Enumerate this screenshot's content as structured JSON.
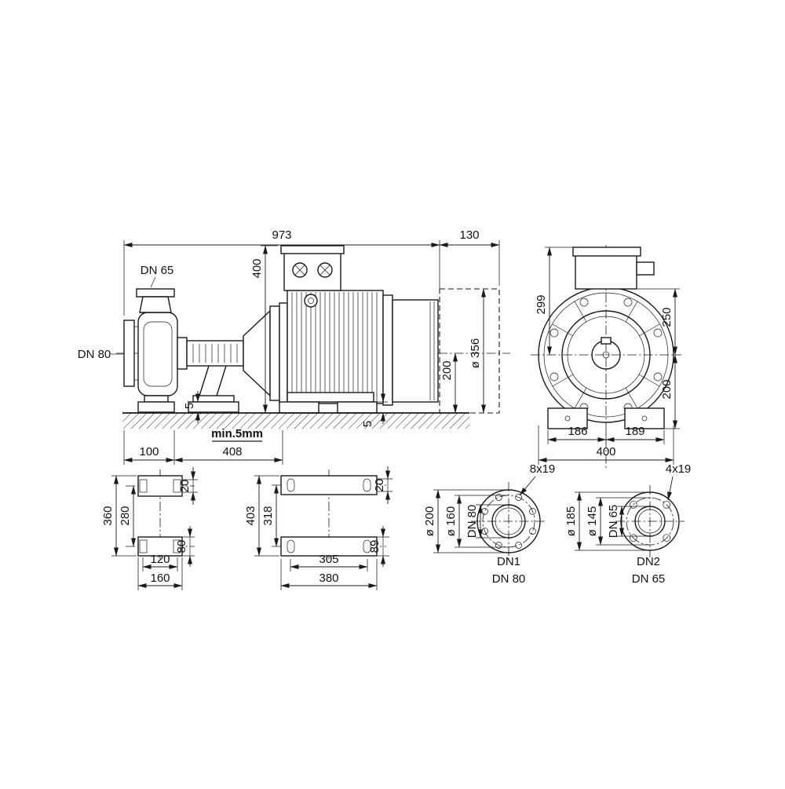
{
  "labels": {
    "side": {
      "len_total": "973",
      "len_ext": "130",
      "h_box": "400",
      "port_top": "DN 65",
      "port_suction": "DN 80",
      "dia_motor": "ø 356",
      "h_axis": "200",
      "shim_left": "5",
      "grout": "min.5mm",
      "d_100": "100",
      "d_408": "408",
      "shim_right": "5"
    },
    "front": {
      "h_299": "299",
      "h_250": "250",
      "h_200": "200",
      "w_186": "186",
      "w_189": "189",
      "w_400": "400"
    },
    "pump_feet": {
      "v_360": "360",
      "v_280": "280",
      "slot_20": "20",
      "pad_80": "80",
      "w_120": "120",
      "w_160": "160"
    },
    "motor_feet": {
      "v_403": "403",
      "v_318": "318",
      "slot_20": "20",
      "pad_89": "89",
      "w_305": "305",
      "w_380": "380"
    },
    "flange_dn1": {
      "holes": "8x19",
      "d_outer": "ø 200",
      "d_bolt": "ø 160",
      "d_nom": "DN 80",
      "name": "DN1",
      "size": "DN 80"
    },
    "flange_dn2": {
      "holes": "4x19",
      "d_outer": "ø 185",
      "d_bolt": "ø 145",
      "d_nom": "DN 65",
      "name": "DN2",
      "size": "DN 65"
    }
  }
}
